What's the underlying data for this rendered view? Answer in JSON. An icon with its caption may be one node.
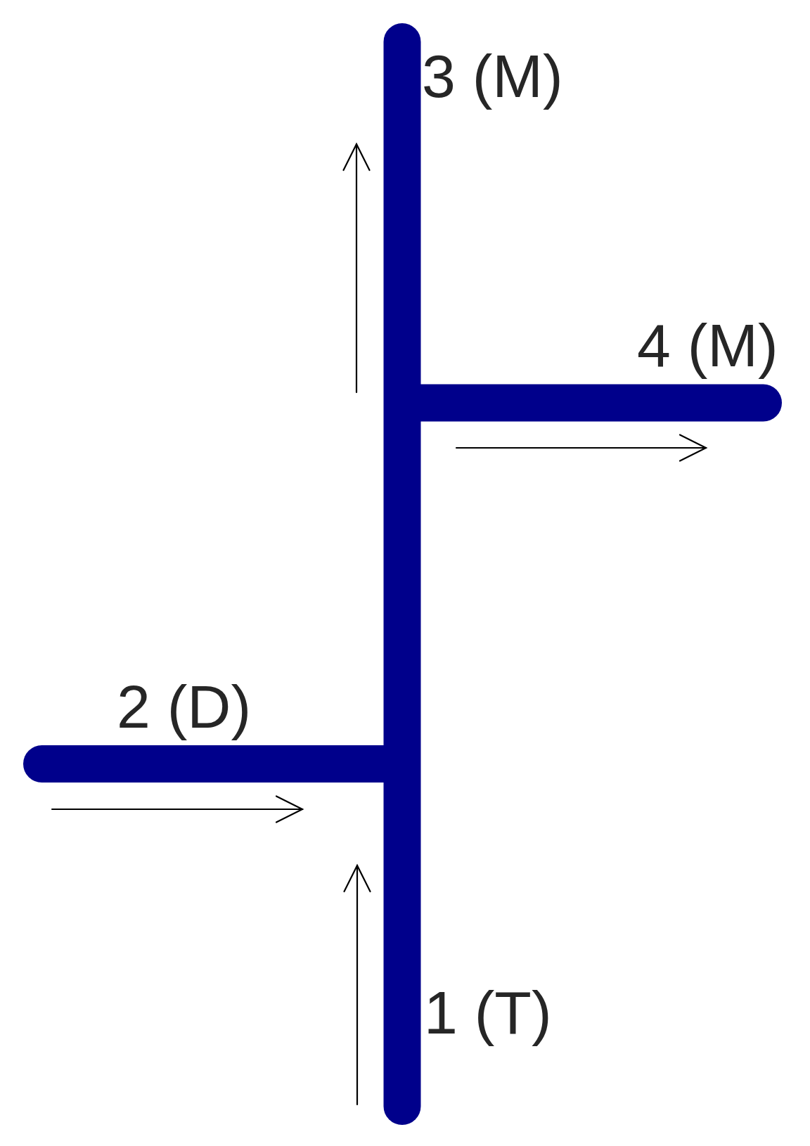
{
  "diagram": {
    "labels": [
      "3 (M)",
      "4 (M)",
      "2 (D)",
      "1 (T)"
    ]
  }
}
